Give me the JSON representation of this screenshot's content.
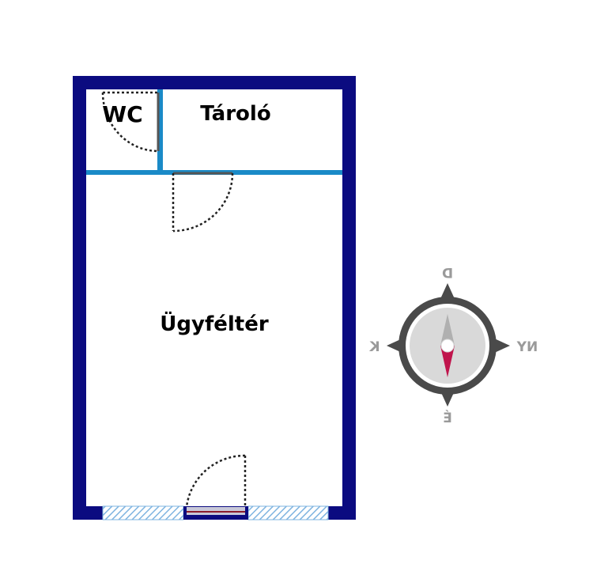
{
  "floor_plan": {
    "rooms": [
      {
        "id": "wc",
        "label": "WC"
      },
      {
        "id": "storage",
        "label": "Tároló"
      },
      {
        "id": "customer_area",
        "label": "Ügyféltér"
      }
    ]
  },
  "compass": {
    "labels": {
      "top": "D",
      "right": "NY",
      "bottom": "É",
      "left": "K"
    },
    "labels_mirrored": true
  },
  "colors": {
    "outer_wall": "#0b0b80",
    "inner_wall": "#1a8ac7",
    "door_swing": "#222222",
    "window_hatch": "#7fb4e0",
    "compass_ring": "#4a4a4a",
    "compass_face": "#d9d9d9",
    "needle_north": "#b0b0b0",
    "needle_south": "#c0144c",
    "compass_text": "#9a9a9a"
  }
}
